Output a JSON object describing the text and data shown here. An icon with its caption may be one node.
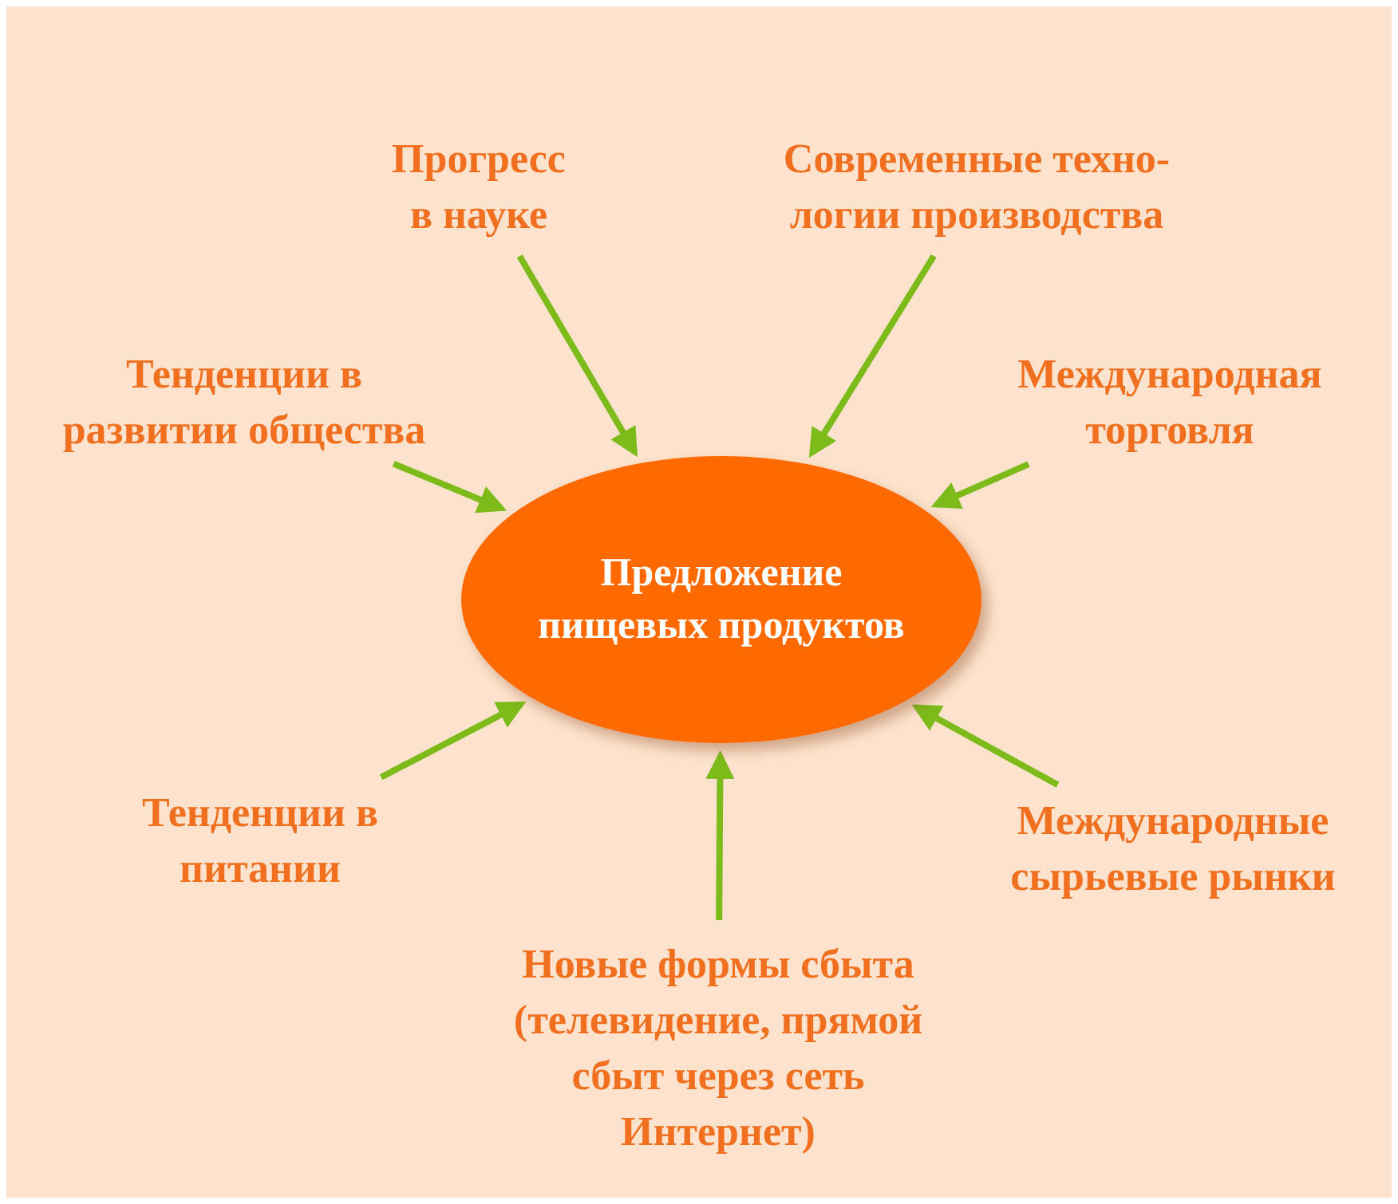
{
  "diagram": {
    "nodes": [
      {
        "text": [
          "Предложение пищевых продуктов"
        ]
      },
      {
        "text": [
          "Прогресс в науке"
        ]
      },
      {
        "text": [
          "Современные техно- логии производства"
        ]
      },
      {
        "text": [
          "Тенденции в развитии общества"
        ]
      },
      {
        "text": [
          "Международная торговля"
        ]
      },
      {
        "text": [
          "Тенденции в питании"
        ]
      },
      {
        "text": [
          "Международные сырьевые рынки"
        ]
      },
      {
        "text": [
          "Новые формы сбыта (телевидение, прямой сбыт через сеть Интернет)"
        ]
      }
    ],
    "edges": [
      {
        "from": 1,
        "to": 0,
        "arrow": "to"
      },
      {
        "from": 2,
        "to": 0,
        "arrow": "to"
      },
      {
        "from": 3,
        "to": 0,
        "arrow": "to"
      },
      {
        "from": 4,
        "to": 0,
        "arrow": "to"
      },
      {
        "from": 5,
        "to": 0,
        "arrow": "to"
      },
      {
        "from": 6,
        "to": 0,
        "arrow": "to"
      },
      {
        "from": 7,
        "to": 0,
        "arrow": "to"
      }
    ]
  }
}
